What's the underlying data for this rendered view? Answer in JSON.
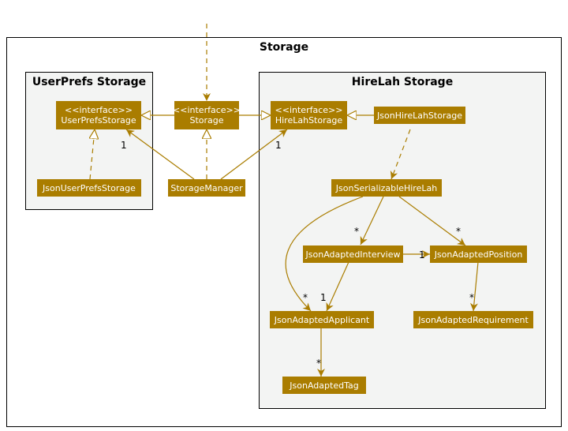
{
  "packages": {
    "outer": "Storage",
    "userprefs": "UserPrefs Storage",
    "hirelah": "HireLah Storage"
  },
  "nodes": {
    "userprefs_storage": {
      "stereotype": "<<interface>>",
      "name": "UserPrefsStorage"
    },
    "storage": {
      "stereotype": "<<interface>>",
      "name": "Storage"
    },
    "hirelah_storage": {
      "stereotype": "<<interface>>",
      "name": "HireLahStorage"
    },
    "json_hirelah_storage": {
      "name": "JsonHireLahStorage"
    },
    "json_userprefs_storage": {
      "name": "JsonUserPrefsStorage"
    },
    "storage_manager": {
      "name": "StorageManager"
    },
    "json_serializable_hirelah": {
      "name": "JsonSerializableHireLah"
    },
    "json_adapted_interview": {
      "name": "JsonAdaptedInterview"
    },
    "json_adapted_position": {
      "name": "JsonAdaptedPosition"
    },
    "json_adapted_applicant": {
      "name": "JsonAdaptedApplicant"
    },
    "json_adapted_requirement": {
      "name": "JsonAdaptedRequirement"
    },
    "json_adapted_tag": {
      "name": "JsonAdaptedTag"
    }
  },
  "multiplicities": {
    "manager_userprefs": "1",
    "manager_hirelah": "1",
    "serializable_interview": "*",
    "serializable_position": "*",
    "serializable_applicant": "*",
    "interview_position": "1",
    "interview_applicant": "1",
    "position_requirement": "*",
    "applicant_tag": "*"
  },
  "colors": {
    "node_fill": "#aa7d00",
    "node_text": "#ffffff",
    "edge": "#aa7d00",
    "package_bg": "#f3f4f3"
  }
}
